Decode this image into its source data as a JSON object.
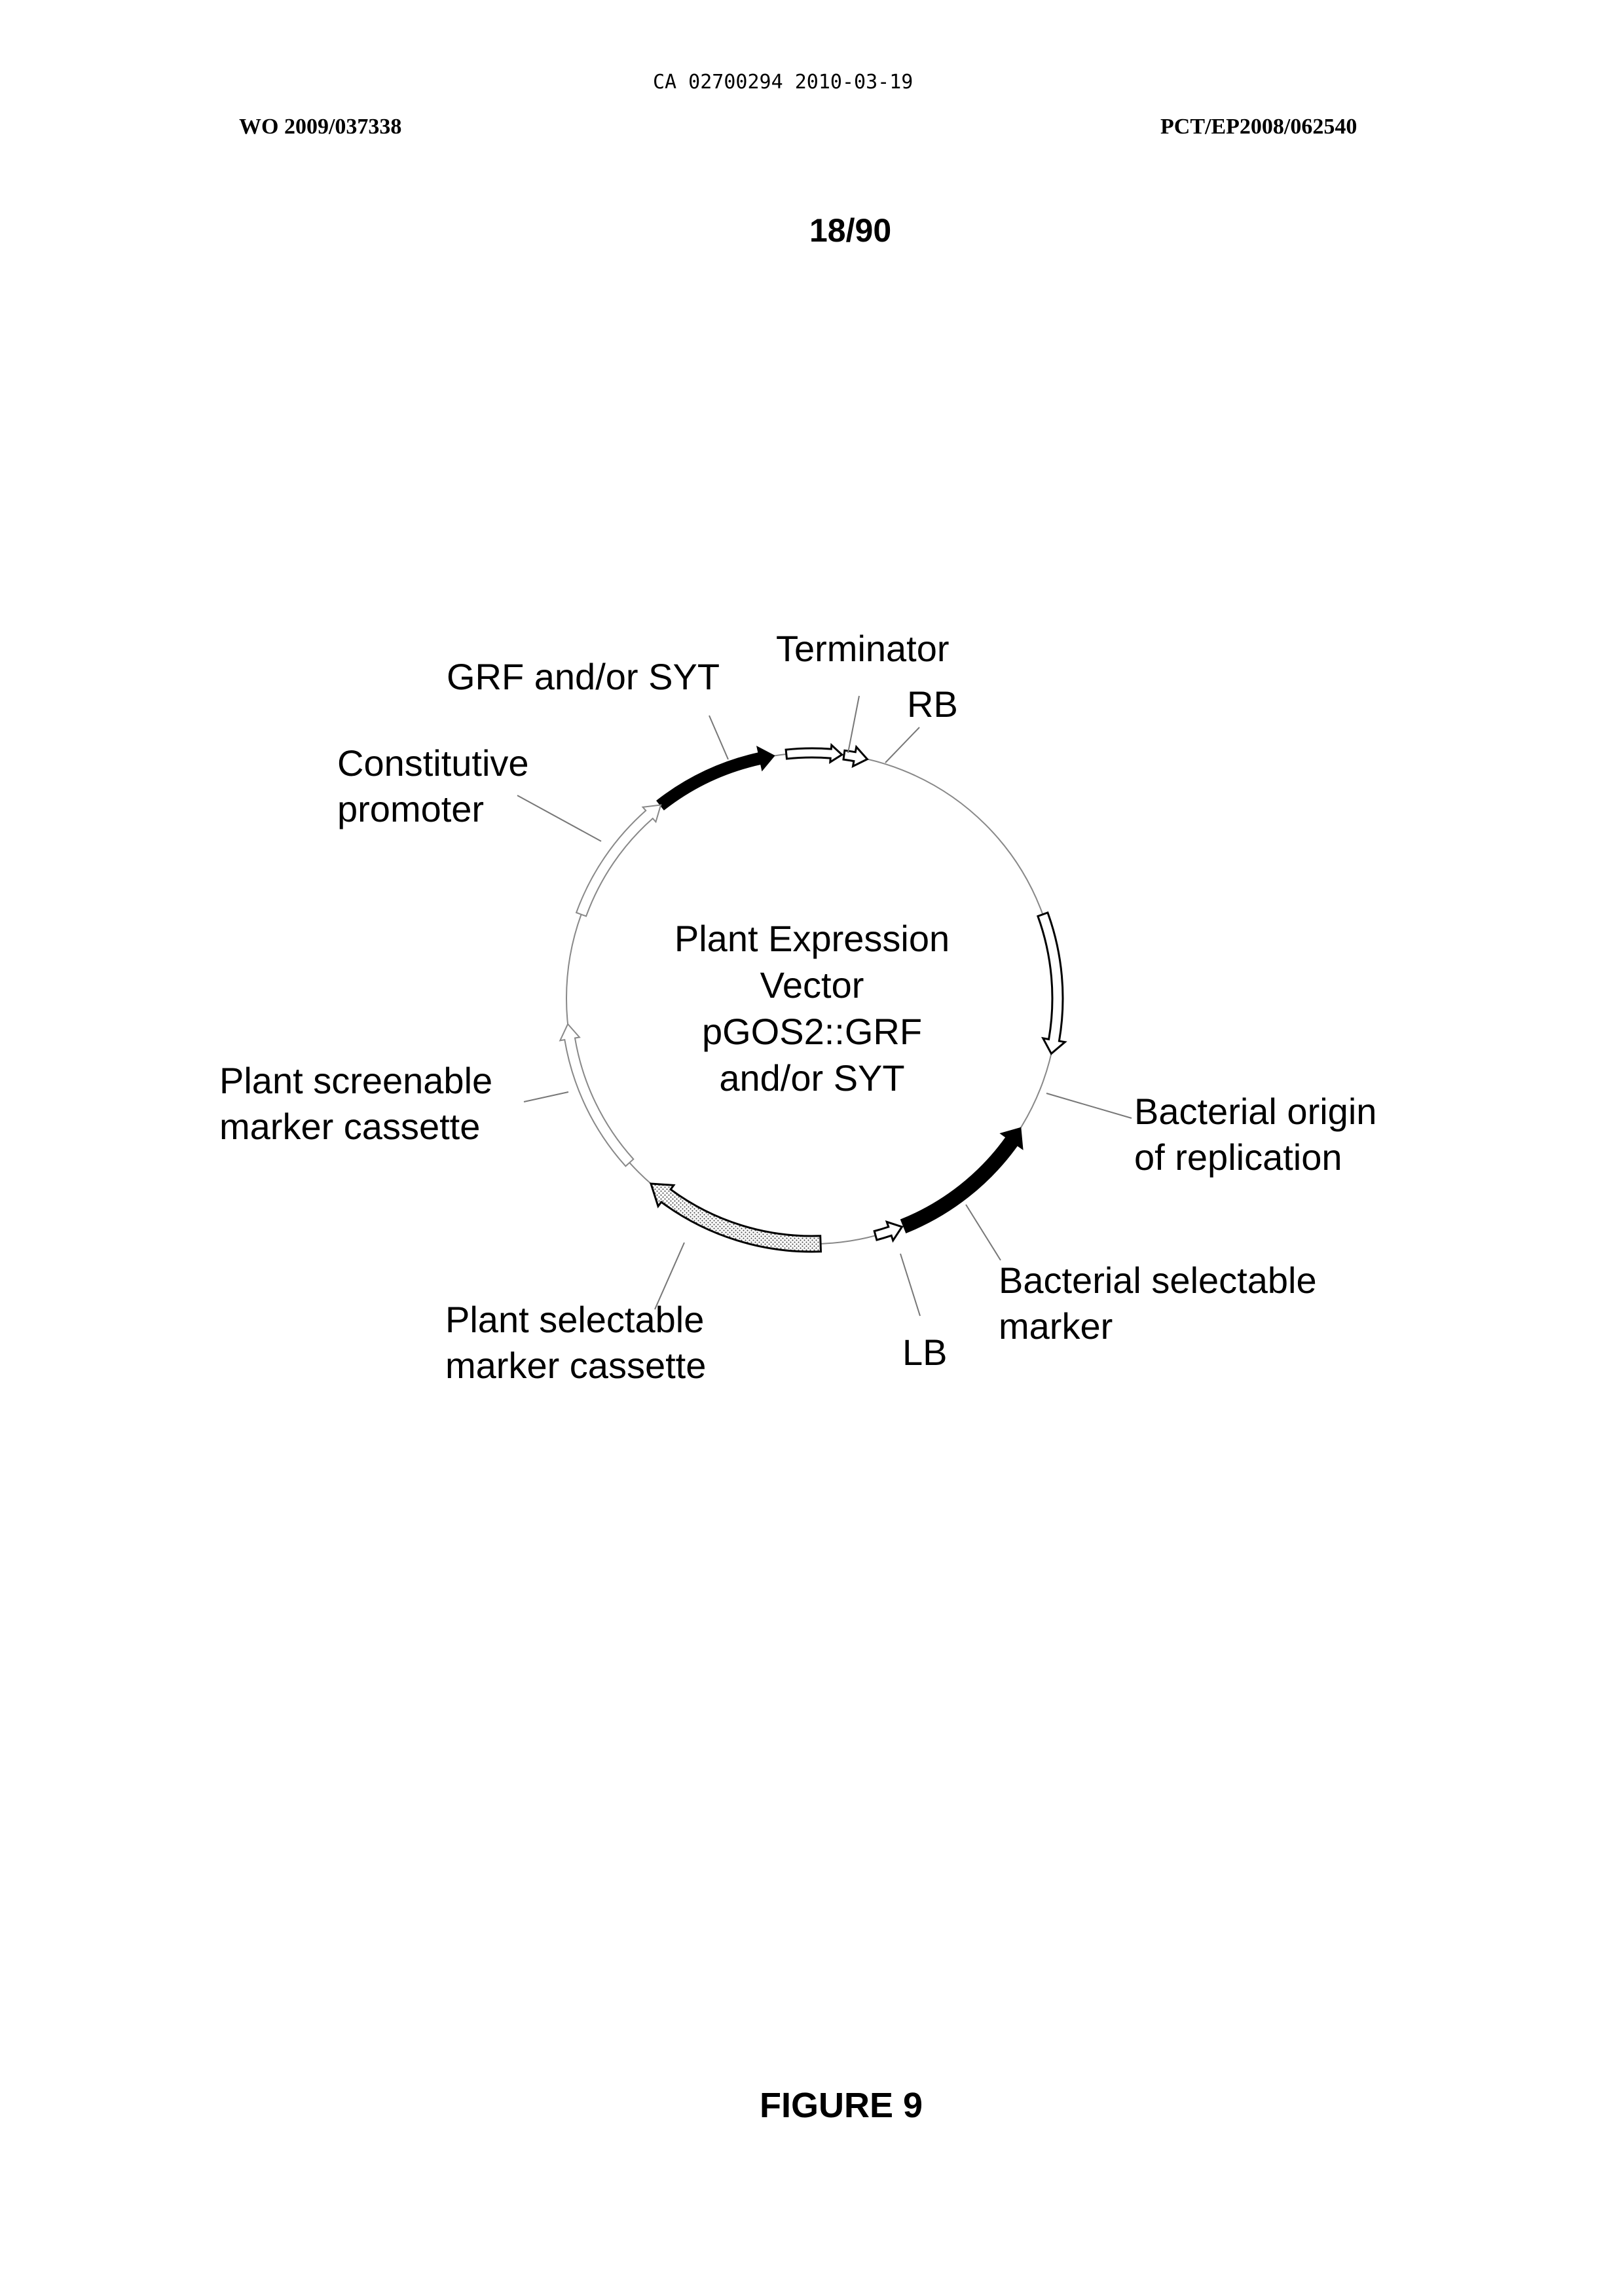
{
  "header": {
    "ca_number": "CA 02700294 2010-03-19",
    "wo_number": "WO 2009/037338",
    "pct_number": "PCT/EP2008/062540"
  },
  "page_number": "18/90",
  "diagram": {
    "center_label": [
      "Plant Expression",
      "Vector",
      "pGOS2::GRF",
      "and/or SYT"
    ],
    "features": {
      "terminator": "Terminator",
      "rb": "RB",
      "grf_syt": "GRF and/or SYT",
      "constitutive_promoter": [
        "Constitutive",
        "promoter"
      ],
      "bacterial_origin": [
        "Bacterial origin",
        "of replication"
      ],
      "bacterial_selectable": [
        "Bacterial selectable",
        "marker"
      ],
      "lb": "LB",
      "plant_selectable": [
        "Plant selectable",
        "marker cassette"
      ],
      "plant_screenable": [
        "Plant screenable",
        "marker cassette"
      ]
    }
  },
  "figure_caption": "FIGURE 9"
}
